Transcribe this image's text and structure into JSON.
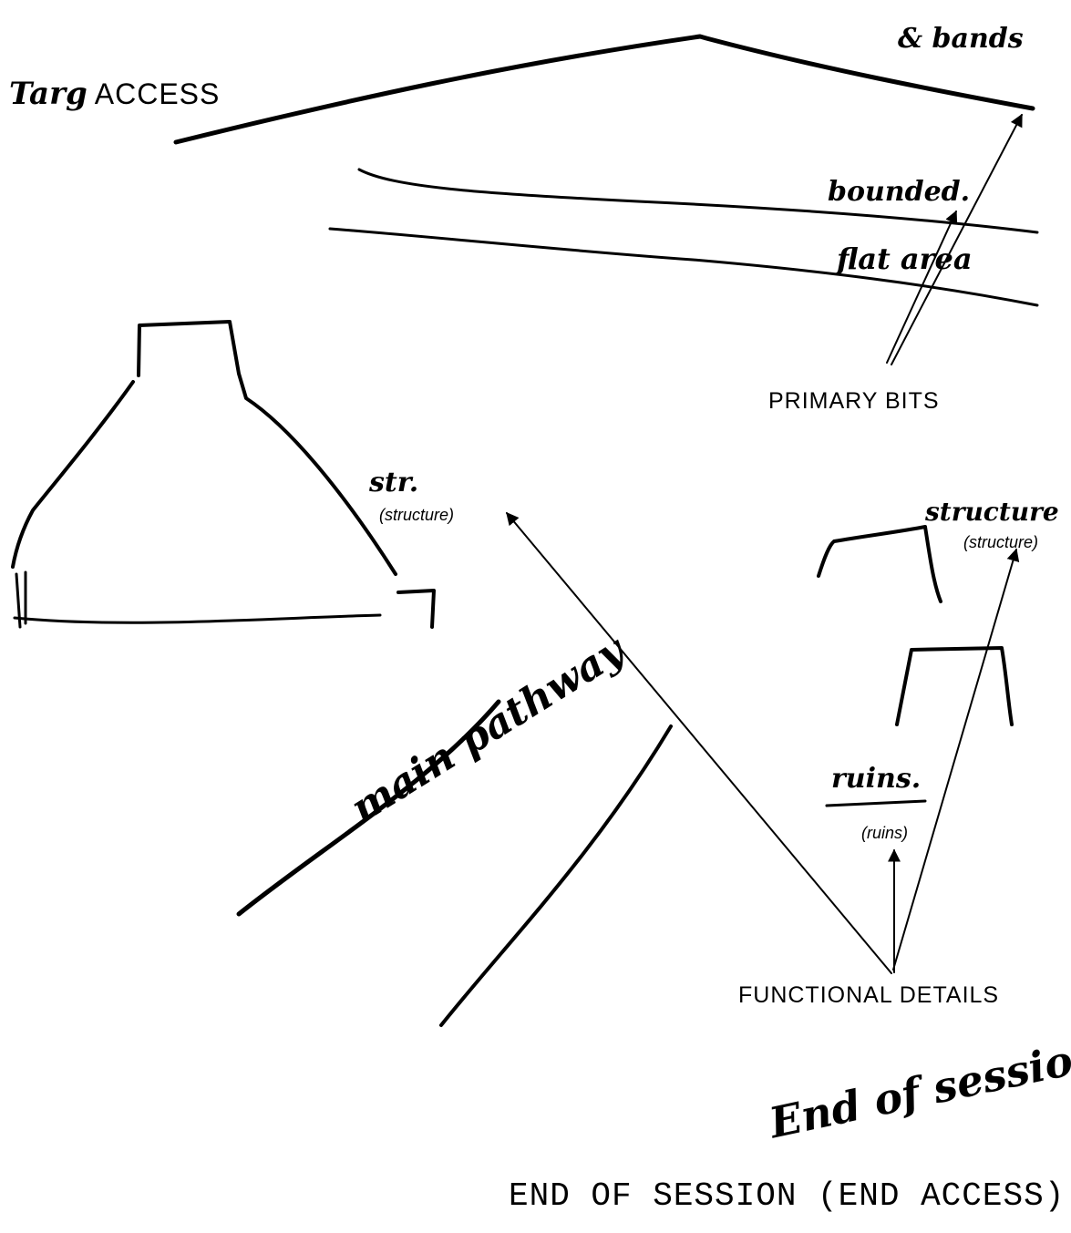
{
  "sketch": {
    "handwritten": {
      "target": "Targ",
      "land_bands": "& bands",
      "bounded": "bounded.",
      "flat_area": "flat area",
      "structure_left": "str.",
      "structure_right": "structure",
      "ruins": "ruins.",
      "main_pathway": "main pathway",
      "end_of_session": "End of session"
    },
    "typed": {
      "access": "ACCESS",
      "primary_bits": "PRIMARY  BITS",
      "structure_left_gloss": "(structure)",
      "structure_right_gloss": "(structure)",
      "ruins_gloss": "(ruins)",
      "functional_details": "FUNCTIONAL  DETAILS",
      "end_session": "END OF SESSION (END ACCESS)"
    }
  }
}
